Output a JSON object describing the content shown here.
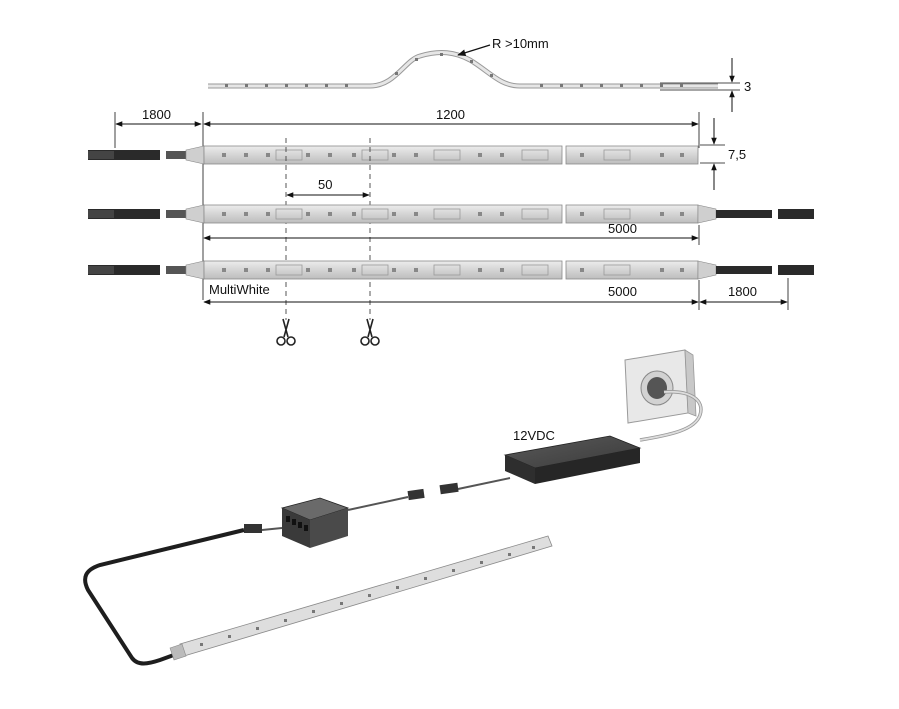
{
  "dimensions": {
    "bend_radius": "R >10mm",
    "flex_thickness": "3",
    "cable_left": "1800",
    "length_top": "1200",
    "height": "7,5",
    "cut_interval": "50",
    "length_mid": "5000",
    "length_bottom": "5000",
    "cable_right": "1800"
  },
  "strip_label": "MultiWhite",
  "power_label": "12VDC",
  "colors": {
    "strip_fill": "#d9d9d9",
    "strip_edge": "#8a8a8a",
    "cable": "#2a2a2a",
    "psu": "#3c3c3c",
    "dim_line": "#111111"
  },
  "icons": [
    "scissors-icon",
    "scissors-icon",
    "wall-socket-icon",
    "power-supply-icon",
    "distributor-icon"
  ]
}
